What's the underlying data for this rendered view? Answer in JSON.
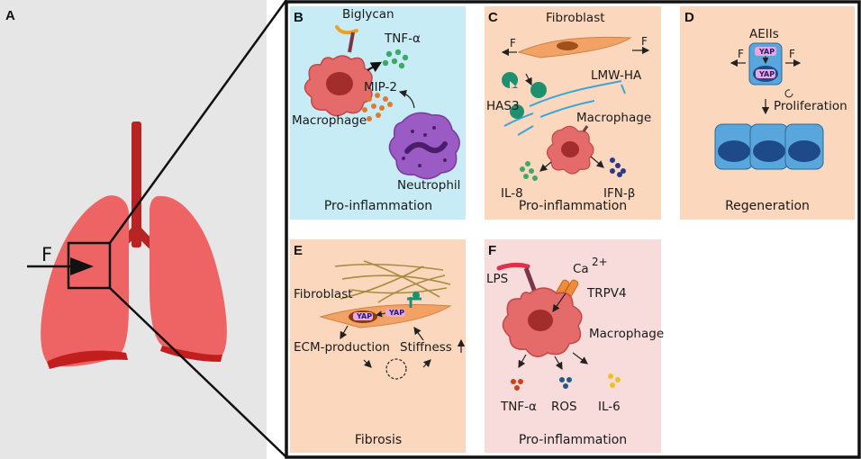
{
  "panels": {
    "A": {
      "label": "A",
      "force_label": "F"
    },
    "B": {
      "label": "B",
      "biglycan": "Biglycan",
      "tnf": "TNF-α",
      "mip2": "MIP-2",
      "macrophage": "Macrophage",
      "neutrophil": "Neutrophil",
      "caption": "Pro-inflammation"
    },
    "C": {
      "label": "C",
      "fibroblast": "Fibroblast",
      "f_left": "F",
      "f_right": "F",
      "lmwha": "LMW-HA",
      "has3": "HAS3",
      "macrophage": "Macrophage",
      "il8": "IL-8",
      "ifnb": "IFN-β",
      "caption": "Pro-inflammation"
    },
    "D": {
      "label": "D",
      "aeiis": "AEIIs",
      "f_left": "F",
      "f_right": "F",
      "yap1": "YAP",
      "yap2": "YAP",
      "proliferation": "Proliferation",
      "caption": "Regeneration"
    },
    "E": {
      "label": "E",
      "fibroblast": "Fibroblast",
      "yap1": "YAP",
      "yap2": "YAP",
      "ecm": "ECM-production",
      "stiffness": "Stiffness",
      "caption": "Fibrosis"
    },
    "F": {
      "label": "F",
      "lps": "LPS",
      "ca": "Ca",
      "ca_sup": "2+",
      "trpv4": "TRPV4",
      "macrophage": "Macrophage",
      "tnf": "TNF-α",
      "ros": "ROS",
      "il6": "IL-6",
      "caption": "Pro-inflammation"
    }
  },
  "colors": {
    "panel_A_bg": "#e6e6e6",
    "panel_blue": "#c8ecf5",
    "panel_peach": "#fbd8bd",
    "panel_pink": "#f8dcdc",
    "lung": "#ee6464",
    "trachea": "#b82424",
    "macrophage": "#e56b6b",
    "neutrophil": "#9a5bc4",
    "fibroblast": "#f2a264"
  }
}
